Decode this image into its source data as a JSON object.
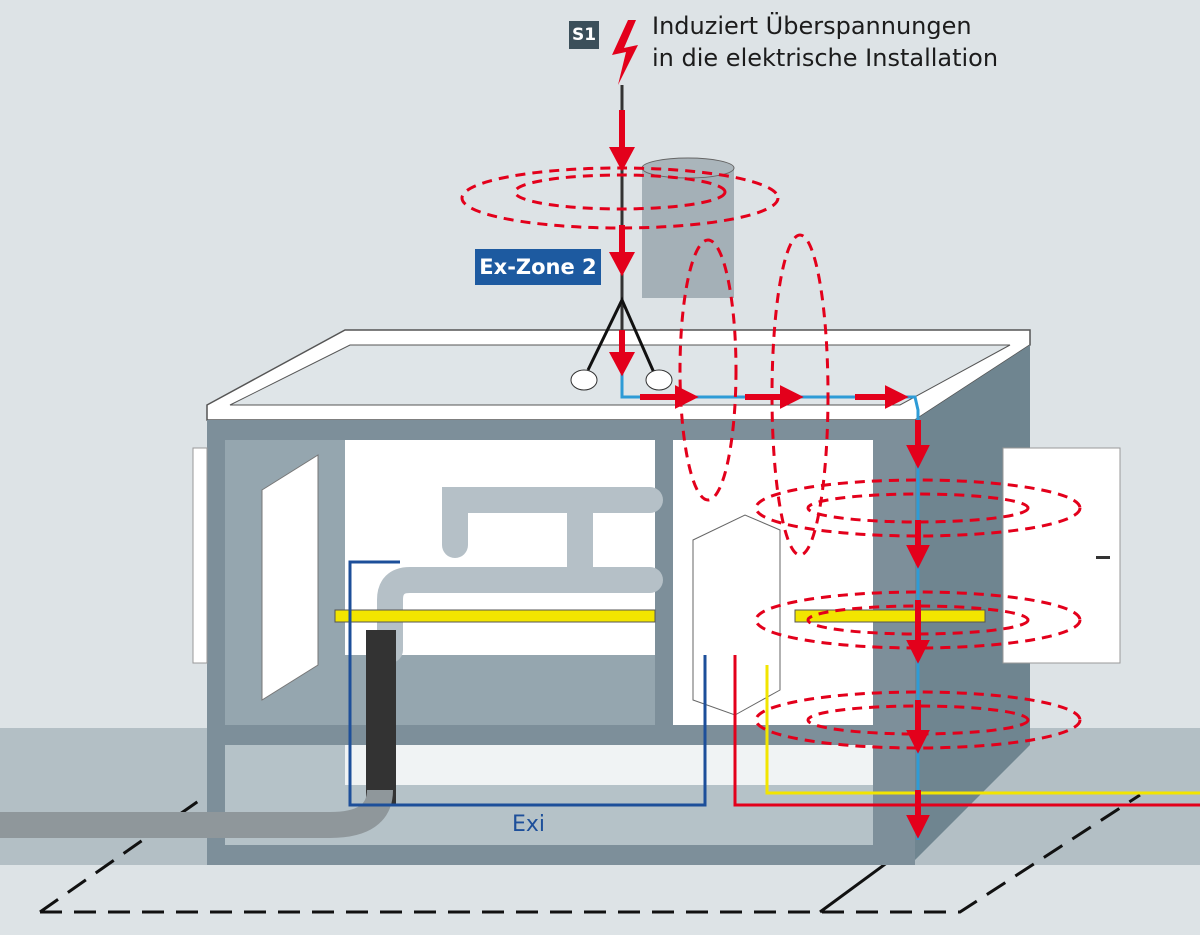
{
  "source_badge": "S1",
  "heading": {
    "line1": "Induziert Überspannungen",
    "line2": "in die elektrische Installation"
  },
  "zone_label": "Ex-Zone 2",
  "cable_label": "Exi",
  "colors": {
    "background": "#dde3e6",
    "building": "#7d8f9a",
    "zone_badge": "#1d5aa0",
    "surge_red": "#e3001b",
    "equipotential_yellow": "#f2e500",
    "exi_blue": "#1d4f9a",
    "earth_blue": "#2e9bd6"
  }
}
